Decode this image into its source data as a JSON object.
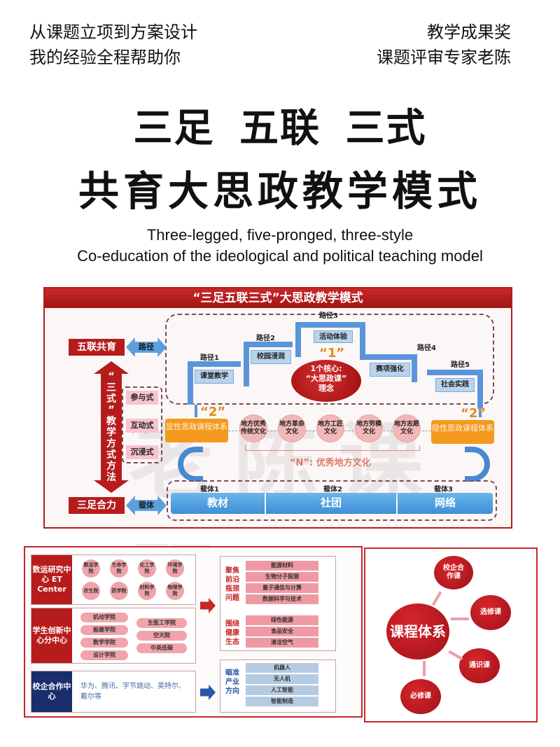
{
  "header": {
    "left_line1": "从课题立项到方案设计",
    "left_line2": "我的经验全程帮助你",
    "right_line1": "教学成果奖",
    "right_line2": "课题评审专家老陈"
  },
  "title": {
    "line1": "三足 五联 三式",
    "line2": "共育大思政教学模式",
    "sub1": "Three-legged, five-pronged, three-style",
    "sub2": "Co-education of the ideological and political teaching model"
  },
  "diagram": {
    "title": "“三足五联三式”大思政教学模式",
    "wulian": "五联共育",
    "path_arrow": "路径",
    "sanshi_vertical": [
      "“",
      "三",
      "式",
      "”",
      "教",
      "学",
      "方",
      "式",
      "方",
      "法"
    ],
    "methods": [
      "参与式",
      "互动式",
      "沉浸式"
    ],
    "sanzu": "三足合力",
    "carrier_arrow": "载体",
    "paths": [
      {
        "label": "路径1",
        "box": "课堂教学"
      },
      {
        "label": "路径2",
        "box": "校园浸润"
      },
      {
        "label": "路径3",
        "box": "活动体验"
      },
      {
        "label": "路径4",
        "box": "赛项强化"
      },
      {
        "label": "路径5",
        "box": "社会实践"
      }
    ],
    "one_quote": "“1”",
    "core_line1": "1个核心:",
    "core_line2": "“大思政课”",
    "core_line3": "理念",
    "two_quote_left": "“2”",
    "two_quote_right": "“2”",
    "explicit_system": "显性思政课程体系",
    "implicit_system": "隐性思政课程体系",
    "cultures": [
      "地方优秀传统文化",
      "地方革命文化",
      "地方工匠文化",
      "地方劳模文化",
      "地方志愿文化"
    ],
    "n_label": "“N”: 优秀地方文化",
    "carriers": [
      {
        "label": "载体1",
        "name": "教材"
      },
      {
        "label": "载体2",
        "name": "社团"
      },
      {
        "label": "载体3",
        "name": "网络"
      }
    ],
    "watermark": "老陈课题"
  },
  "lower": {
    "group1": {
      "head": "数运研究中心 ET Center",
      "schools": [
        "数运学院",
        "生命学院",
        "化工学院",
        "环境学院",
        "农生院",
        "药学院",
        "材料学院",
        "物理学院"
      ]
    },
    "group2": {
      "head": "学生创新中心分中心",
      "left": [
        "机动学院",
        "船建学院",
        "数学学院",
        "设计学院"
      ],
      "right": [
        "生医工学院",
        "空天院",
        "中英低碳"
      ]
    },
    "group3": {
      "head": "校企合作中心",
      "text": "华为、腾讯、字节跳动、英特尔、戴尔等"
    },
    "focus1": {
      "side": "聚焦前沿瓶颈问题",
      "items": [
        "能源材料",
        "生物分子探测",
        "量子通信与计算",
        "数据科学与技术"
      ]
    },
    "focus2": {
      "side": "围绕健康生态",
      "items": [
        "绿色能源",
        "食品安全",
        "清洁空气"
      ]
    },
    "focus3": {
      "side": "瞄准产业方向",
      "items": [
        "机器人",
        "无人机",
        "人工智能",
        "智能制造"
      ]
    }
  },
  "course_system": {
    "center": "课程体系",
    "nodes": [
      "校企合作课",
      "选修课",
      "通识课",
      "必修课"
    ]
  },
  "colors": {
    "primary_red": "#b71c1c",
    "blue": "#5a95dc",
    "orange": "#f39a1e",
    "navy": "#1a2e6b"
  }
}
